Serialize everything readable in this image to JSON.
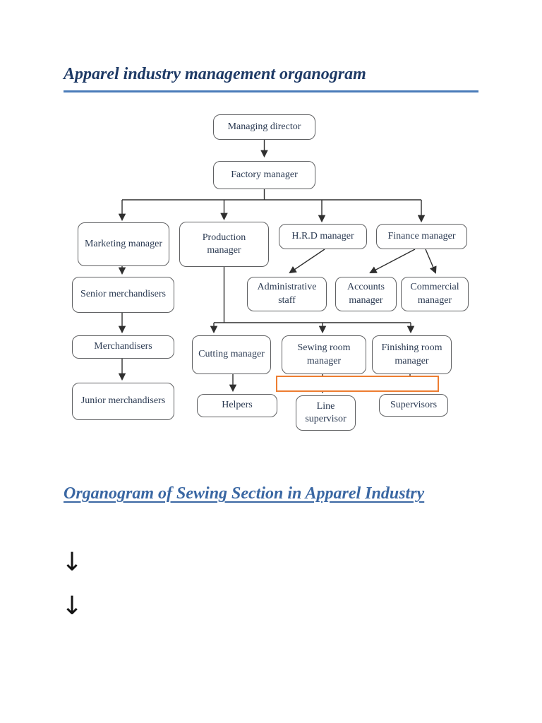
{
  "document": {
    "heading1": "Apparel industry management organogram",
    "heading2": "Organogram of Sewing Section in Apparel Industry"
  },
  "icons": {
    "down_arrow": "↓"
  },
  "colors": {
    "heading1_text": "#1e3a66",
    "heading1_rule": "#4a7cb9",
    "heading2_text": "#3a67a3",
    "node_border": "#5f6062",
    "node_text": "#2b3a52",
    "connector": "#2f2f2f",
    "highlight_border": "#ed7d31"
  },
  "organogram": {
    "nodes": [
      {
        "id": "managing-director",
        "label": "Managing director"
      },
      {
        "id": "factory-manager",
        "label": "Factory manager"
      },
      {
        "id": "marketing-manager",
        "label": "Marketing manager"
      },
      {
        "id": "production-manager",
        "label": "Production manager"
      },
      {
        "id": "hrd-manager",
        "label": "H.R.D manager"
      },
      {
        "id": "finance-manager",
        "label": "Finance manager"
      },
      {
        "id": "senior-merchandisers",
        "label": "Senior merchandisers"
      },
      {
        "id": "administrative-staff",
        "label": "Administrative staff"
      },
      {
        "id": "accounts-manager",
        "label": "Accounts manager"
      },
      {
        "id": "commercial-manager",
        "label": "Commercial manager"
      },
      {
        "id": "merchandisers",
        "label": "Merchandisers"
      },
      {
        "id": "cutting-manager",
        "label": "Cutting manager"
      },
      {
        "id": "sewing-room-manager",
        "label": "Sewing room manager"
      },
      {
        "id": "finishing-room-manager",
        "label": "Finishing room manager"
      },
      {
        "id": "junior-merchandisers",
        "label": "Junior merchandisers"
      },
      {
        "id": "helpers",
        "label": "Helpers"
      },
      {
        "id": "line-supervisor",
        "label": "Line supervisor"
      },
      {
        "id": "supervisors",
        "label": "Supervisors"
      }
    ],
    "edges": [
      [
        "Managing director",
        "Factory manager"
      ],
      [
        "Factory manager",
        "Marketing manager"
      ],
      [
        "Factory manager",
        "Production manager"
      ],
      [
        "Factory manager",
        "H.R.D manager"
      ],
      [
        "Factory manager",
        "Finance manager"
      ],
      [
        "Marketing manager",
        "Senior merchandisers"
      ],
      [
        "Senior merchandisers",
        "Merchandisers"
      ],
      [
        "Merchandisers",
        "Junior merchandisers"
      ],
      [
        "H.R.D manager",
        "Administrative staff"
      ],
      [
        "Finance manager",
        "Accounts manager"
      ],
      [
        "Finance manager",
        "Commercial manager"
      ],
      [
        "Production manager",
        "Cutting manager"
      ],
      [
        "Production manager",
        "Sewing room manager"
      ],
      [
        "Production manager",
        "Finishing room manager"
      ],
      [
        "Cutting manager",
        "Helpers"
      ],
      [
        "Sewing room manager",
        "Line supervisor"
      ],
      [
        "Finishing room manager",
        "Supervisors"
      ]
    ]
  }
}
